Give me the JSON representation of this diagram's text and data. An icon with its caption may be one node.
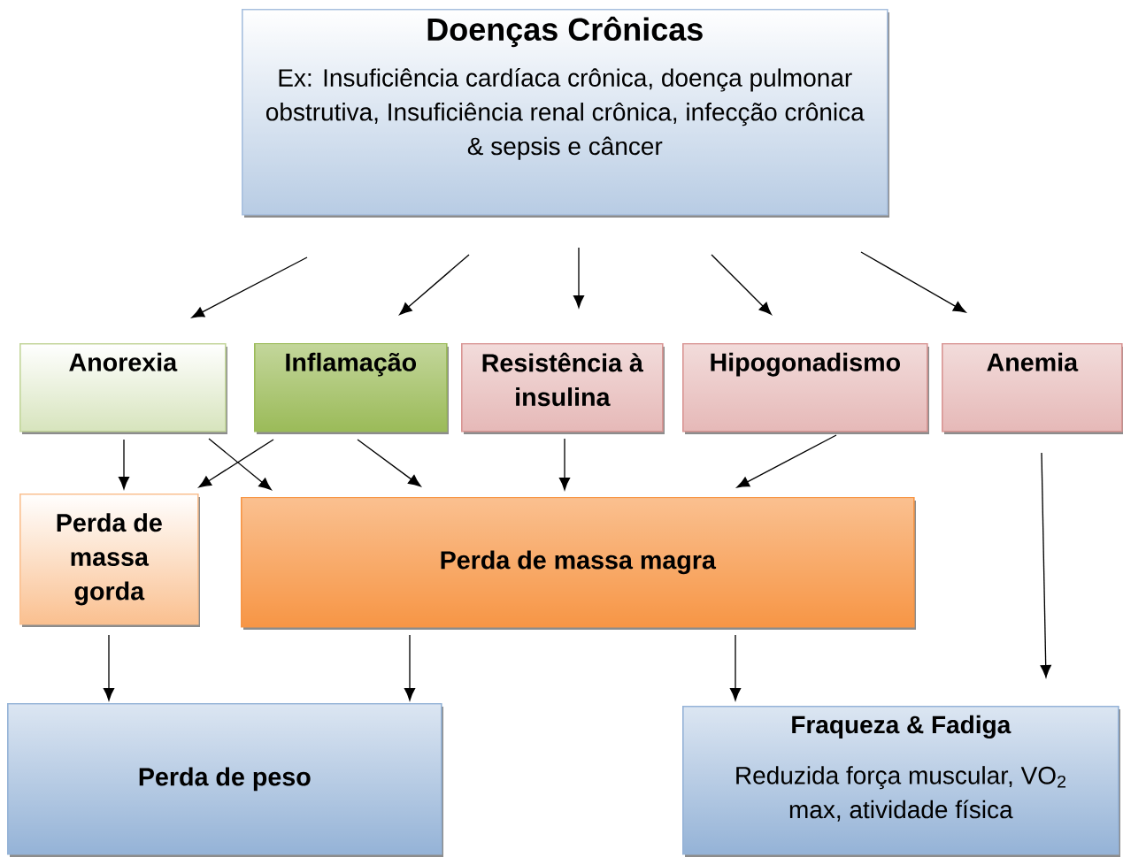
{
  "diagram": {
    "nodes": [
      {
        "text": [
          "Doenças Crônicas",
          "Ex: Insuficiência cardíaca crônica, doença pulmonar obstrutiva, Insuficiência renal crônica, infecção crônica & sepsis e câncer"
        ]
      },
      {
        "text": [
          "Anorexia"
        ]
      },
      {
        "text": [
          "Inflamação"
        ]
      },
      {
        "text": [
          "Resistência à insulina"
        ]
      },
      {
        "text": [
          "Hipogonadismo"
        ]
      },
      {
        "text": [
          "Anemia"
        ]
      },
      {
        "text": [
          "Perda de massa gorda"
        ]
      },
      {
        "text": [
          "Perda de massa magra"
        ]
      },
      {
        "text": [
          "Perda de peso"
        ]
      },
      {
        "text": [
          "Fraqueza & Fadiga",
          "Reduzida força muscular, VO$_{2}$ max, atividade física"
        ]
      }
    ],
    "edges": [
      {
        "from": 0,
        "to": 1,
        "arrow": "to"
      },
      {
        "from": 0,
        "to": 2,
        "arrow": "to"
      },
      {
        "from": 0,
        "to": 3,
        "arrow": "to"
      },
      {
        "from": 0,
        "to": 4,
        "arrow": "to"
      },
      {
        "from": 0,
        "to": 5,
        "arrow": "to"
      },
      {
        "from": 1,
        "to": 6,
        "arrow": "to"
      },
      {
        "from": 1,
        "to": 7,
        "arrow": "to"
      },
      {
        "from": 2,
        "to": 6,
        "arrow": "to"
      },
      {
        "from": 2,
        "to": 7,
        "arrow": "to"
      },
      {
        "from": 3,
        "to": 7,
        "arrow": "to"
      },
      {
        "from": 4,
        "to": 7,
        "arrow": "to"
      },
      {
        "from": 5,
        "to": 9,
        "arrow": "to"
      },
      {
        "from": 6,
        "to": 8,
        "arrow": "to"
      },
      {
        "from": 7,
        "to": 8,
        "arrow": "to"
      },
      {
        "from": 7,
        "to": 9,
        "arrow": "to"
      }
    ]
  }
}
